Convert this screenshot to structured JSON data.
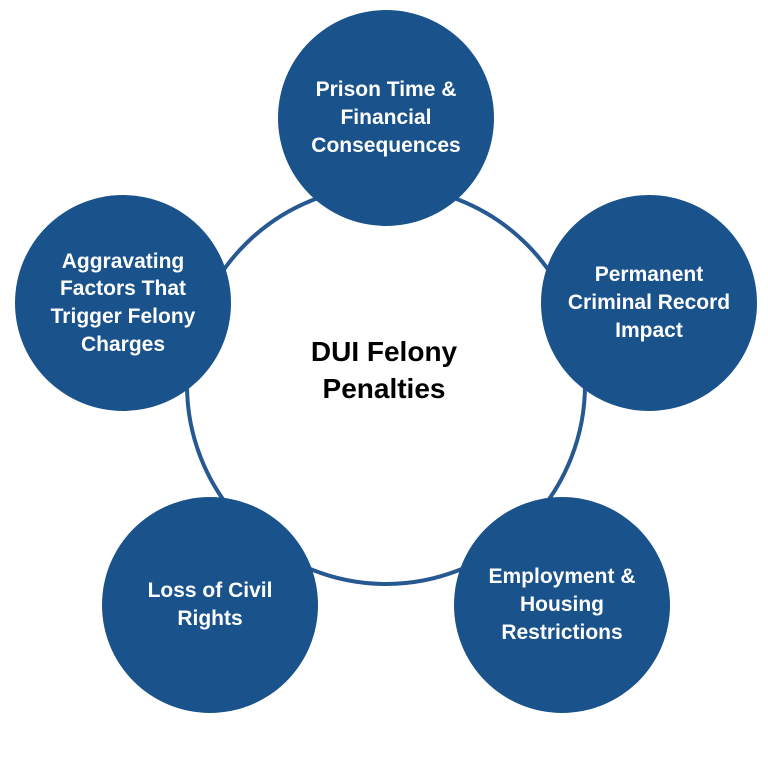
{
  "diagram": {
    "title": "DUI Felony\nPenalties",
    "type": "cycle-diagram",
    "colors": {
      "node_fill": "#1A528C",
      "ring_stroke": "#265992",
      "node_text": "#FFFFFF",
      "title_text": "#000000",
      "background": "#FFFFFF"
    },
    "nodes": [
      {
        "id": "prison-time",
        "position": "top",
        "label": "Prison Time &\nFinancial\nConsequences"
      },
      {
        "id": "criminal-record",
        "position": "right",
        "label": "Permanent\nCriminal Record\nImpact"
      },
      {
        "id": "employment-housing",
        "position": "bottom-right",
        "label": "Employment &\nHousing\nRestrictions"
      },
      {
        "id": "civil-rights",
        "position": "bottom-left",
        "label": "Loss of Civil\nRights"
      },
      {
        "id": "aggravating-factors",
        "position": "left",
        "label": "Aggravating\nFactors That\nTrigger Felony\nCharges"
      }
    ]
  }
}
